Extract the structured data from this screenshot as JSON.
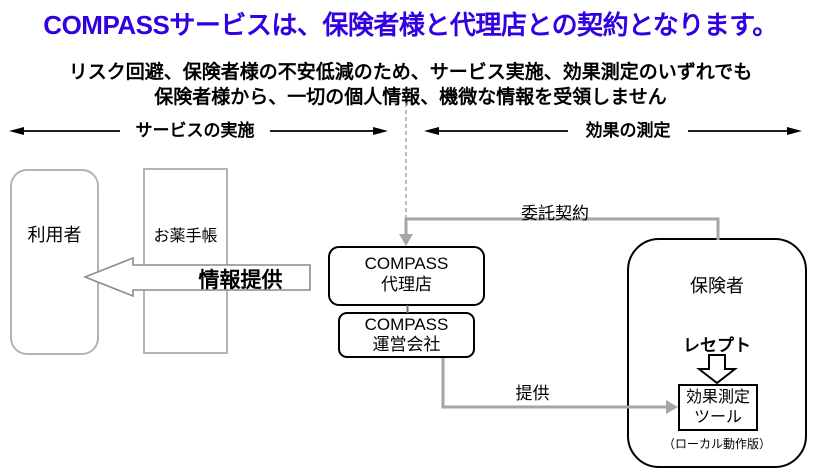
{
  "title": "COMPASSサービスは、保険者様と代理店との契約となります。",
  "subtitle": {
    "line1": "リスク回避、保険者様の不安低減のため、サービス実施、効果測定のいずれでも",
    "line2": "保険者様から、一切の個人情報、機微な情報を受領しません"
  },
  "sections": {
    "left": "サービスの実施",
    "right": "効果の測定"
  },
  "nodes": {
    "user": "利用者",
    "medicine_notebook": "お薬手帳",
    "compass_agency": {
      "line1": "COMPASS",
      "line2": "代理店"
    },
    "compass_operator": {
      "line1": "COMPASS",
      "line2": "運営会社"
    },
    "insurer": "保険者",
    "measurement_tool": {
      "line1": "効果測定",
      "line2": "ツール",
      "note": "（ローカル動作版）"
    }
  },
  "edges": {
    "info_provision": "情報提供",
    "consignment_contract": "委託契約",
    "provision": "提供",
    "receipt": "レセプト"
  },
  "colors": {
    "title_blue": "#3300E0",
    "gray_line": "#A6A6A6",
    "gray_box_border": "#B3B3B3",
    "black": "#000000"
  }
}
